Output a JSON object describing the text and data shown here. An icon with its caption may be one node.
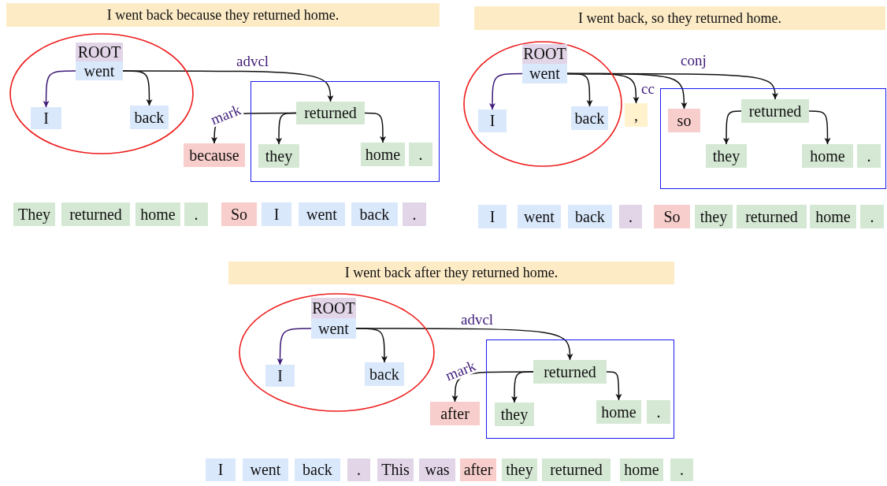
{
  "diagram": {
    "nodes": [
      {
        "text": [
          "I went back because they returned home."
        ]
      },
      {
        "text": [],
        "shape": "ellipse"
      },
      {
        "text": [
          "ROOT",
          "went"
        ],
        "in": 1
      },
      {
        "text": [
          "I"
        ],
        "in": 1
      },
      {
        "text": [
          "back"
        ],
        "in": 1
      },
      {
        "text": [],
        "shape": "box"
      },
      {
        "text": [
          "returned"
        ],
        "in": 5
      },
      {
        "text": [
          "they"
        ],
        "in": 5
      },
      {
        "text": [
          "home"
        ],
        "in": 5
      },
      {
        "text": [
          "."
        ],
        "in": 5
      },
      {
        "text": [
          "because"
        ]
      },
      {
        "text": [
          "They"
        ]
      },
      {
        "text": [
          "returned"
        ]
      },
      {
        "text": [
          "home"
        ]
      },
      {
        "text": [
          "."
        ]
      },
      {
        "text": [
          "So"
        ]
      },
      {
        "text": [
          "I"
        ]
      },
      {
        "text": [
          "went"
        ]
      },
      {
        "text": [
          "back"
        ]
      },
      {
        "text": [
          "."
        ]
      },
      {
        "text": [
          "I went back, so they returned home."
        ]
      },
      {
        "text": [],
        "shape": "ellipse"
      },
      {
        "text": [
          "ROOT",
          "went"
        ],
        "in": 21
      },
      {
        "text": [
          "I"
        ],
        "in": 21
      },
      {
        "text": [
          "back"
        ],
        "in": 21
      },
      {
        "text": [
          ","
        ]
      },
      {
        "text": [],
        "shape": "box"
      },
      {
        "text": [
          "so"
        ],
        "in": 26
      },
      {
        "text": [
          "returned"
        ],
        "in": 26
      },
      {
        "text": [
          "they"
        ],
        "in": 26
      },
      {
        "text": [
          "home"
        ],
        "in": 26
      },
      {
        "text": [
          "."
        ],
        "in": 26
      },
      {
        "text": [
          "I"
        ]
      },
      {
        "text": [
          "went"
        ]
      },
      {
        "text": [
          "back"
        ]
      },
      {
        "text": [
          "."
        ]
      },
      {
        "text": [
          "So"
        ]
      },
      {
        "text": [
          "they"
        ]
      },
      {
        "text": [
          "returned"
        ]
      },
      {
        "text": [
          "home"
        ]
      },
      {
        "text": [
          "."
        ]
      },
      {
        "text": [
          "I went back after they returned home."
        ]
      },
      {
        "text": [],
        "shape": "ellipse"
      },
      {
        "text": [
          "ROOT",
          "went"
        ],
        "in": 42
      },
      {
        "text": [
          "I"
        ],
        "in": 42
      },
      {
        "text": [
          "back"
        ],
        "in": 42
      },
      {
        "text": [],
        "shape": "box"
      },
      {
        "text": [
          "returned"
        ],
        "in": 46
      },
      {
        "text": [
          "they"
        ],
        "in": 46
      },
      {
        "text": [
          "home"
        ],
        "in": 46
      },
      {
        "text": [
          "."
        ],
        "in": 46
      },
      {
        "text": [
          "after"
        ]
      },
      {
        "text": [
          "I"
        ]
      },
      {
        "text": [
          "went"
        ]
      },
      {
        "text": [
          "back"
        ]
      },
      {
        "text": [
          "."
        ]
      },
      {
        "text": [
          "This"
        ]
      },
      {
        "text": [
          "was"
        ]
      },
      {
        "text": [
          "after"
        ]
      },
      {
        "text": [
          "they"
        ]
      },
      {
        "text": [
          "returned"
        ]
      },
      {
        "text": [
          "home"
        ]
      },
      {
        "text": [
          "."
        ]
      }
    ],
    "edges": [
      {
        "from": 2,
        "to": 3,
        "arrow": "to",
        "color": "#3d1a78"
      },
      {
        "from": 2,
        "to": 4,
        "arrow": "to"
      },
      {
        "from": 2,
        "to": 6,
        "arrow": "to",
        "label": "advcl"
      },
      {
        "from": 6,
        "to": 10,
        "arrow": "to",
        "label": "mark"
      },
      {
        "from": 6,
        "to": 7,
        "arrow": "to"
      },
      {
        "from": 6,
        "to": 8,
        "arrow": "to"
      },
      {
        "from": 22,
        "to": 23,
        "arrow": "to",
        "color": "#3d1a78"
      },
      {
        "from": 22,
        "to": 24,
        "arrow": "to"
      },
      {
        "from": 22,
        "to": 25,
        "arrow": "to"
      },
      {
        "from": 22,
        "to": 27,
        "arrow": "to",
        "label": "cc"
      },
      {
        "from": 22,
        "to": 28,
        "arrow": "to",
        "label": "conj"
      },
      {
        "from": 28,
        "to": 29,
        "arrow": "to"
      },
      {
        "from": 28,
        "to": 30,
        "arrow": "to"
      },
      {
        "from": 43,
        "to": 44,
        "arrow": "to",
        "color": "#3d1a78"
      },
      {
        "from": 43,
        "to": 45,
        "arrow": "to"
      },
      {
        "from": 43,
        "to": 47,
        "arrow": "to",
        "label": "advcl"
      },
      {
        "from": 47,
        "to": 51,
        "arrow": "to",
        "label": "mark"
      },
      {
        "from": 47,
        "to": 48,
        "arrow": "to"
      },
      {
        "from": 47,
        "to": 49,
        "arrow": "to"
      }
    ]
  }
}
